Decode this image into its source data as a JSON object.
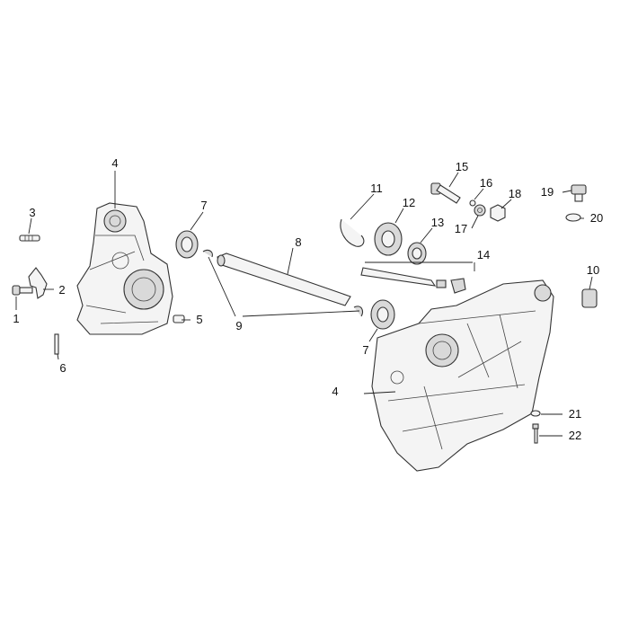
{
  "callouts": {
    "c1": "1",
    "c2": "2",
    "c3": "3",
    "c4a": "4",
    "c4b": "4",
    "c5": "5",
    "c6": "6",
    "c7a": "7",
    "c7b": "7",
    "c8": "8",
    "c9": "9",
    "c10": "10",
    "c11": "11",
    "c12": "12",
    "c13": "13",
    "c14": "14",
    "c15": "15",
    "c16": "16",
    "c17": "17",
    "c18": "18",
    "c19": "19",
    "c20": "20",
    "c21": "21",
    "c22": "22"
  }
}
